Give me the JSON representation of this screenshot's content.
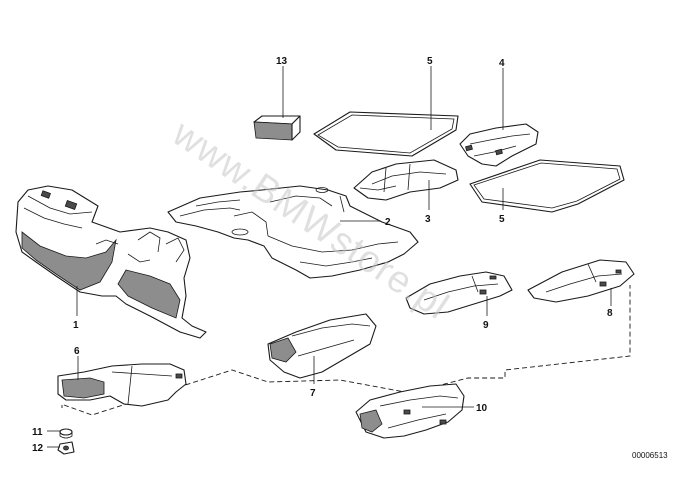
{
  "diagram": {
    "watermark": "www.BMWstore.pl",
    "doc_number": "00006513",
    "callouts": {
      "c1": "1",
      "c2": "2",
      "c3": "3",
      "c4": "4",
      "c5a": "5",
      "c5b": "5",
      "c6": "6",
      "c7": "7",
      "c8": "8",
      "c9": "9",
      "c10": "10",
      "c11": "11",
      "c12": "12",
      "c13": "13"
    }
  }
}
